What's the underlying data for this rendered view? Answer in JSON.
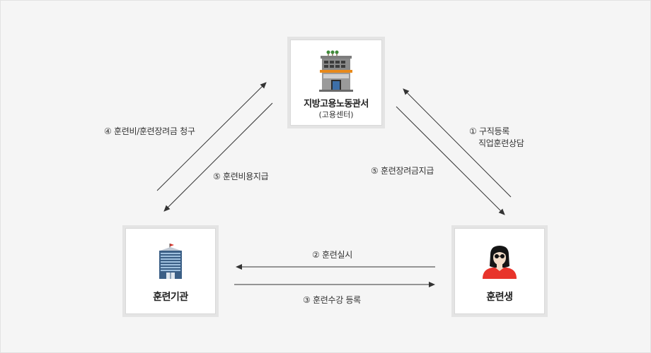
{
  "nodes": {
    "office": {
      "title": "지방고용노동관서",
      "subtitle": "(고용센터)"
    },
    "institution": {
      "title": "훈련기관"
    },
    "trainee": {
      "title": "훈련생"
    }
  },
  "edges": {
    "e1": {
      "label_line1": "① 구직등록",
      "label_line2": "직업훈련상담"
    },
    "e2": {
      "label": "② 훈련실시"
    },
    "e3": {
      "label": "③ 훈련수강 등록"
    },
    "e4": {
      "label": "④ 훈련비/훈련장려금 청구"
    },
    "e5a": {
      "label": "⑤ 훈련비용지급"
    },
    "e5b": {
      "label": "⑤ 훈련장려금지급"
    }
  },
  "colors": {
    "background": "#f5f5f5",
    "box_border": "#e4e4e4",
    "arrow": "#333333",
    "trainee_shirt": "#e8342b",
    "building_blue": "#3b5f86"
  },
  "icons": {
    "office": "building-office-icon",
    "institution": "building-tower-icon",
    "trainee": "person-icon"
  }
}
